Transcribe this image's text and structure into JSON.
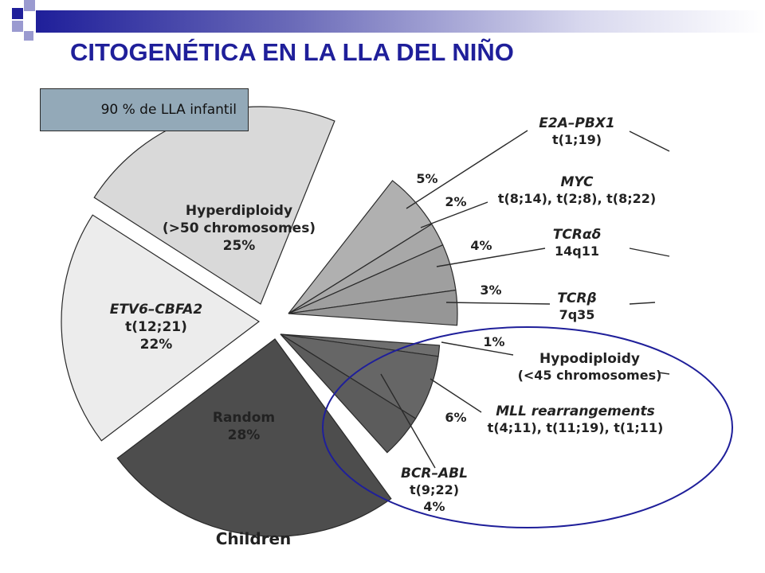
{
  "slide": {
    "title": "CITOGENÉTICA EN LA LLA DEL NIÑO",
    "badge": "90 % de LLA infantil"
  },
  "colors": {
    "title": "#1f1f9a",
    "header_bar": "#1f1f9a",
    "header_squares": "#9a9ad0",
    "badge_fill": "#93a9b8",
    "circle_stroke": "#1f1f9a"
  },
  "chart_data": {
    "type": "pie",
    "title": "Children",
    "slices": [
      {
        "label": [
          "E2A–PBX1",
          "t(1;19)"
        ],
        "value": 5,
        "color": "#b0b0b0",
        "pct_label": "5%"
      },
      {
        "label": [
          "MYC",
          "t(8;14), t(2;8), t(8;22)"
        ],
        "value": 2,
        "color": "#a8a8a8",
        "pct_label": "2%"
      },
      {
        "label": [
          "TCRαδ",
          "14q11"
        ],
        "value": 4,
        "color": "#9f9f9f",
        "pct_label": "4%"
      },
      {
        "label": [
          "TCRβ",
          "7q35"
        ],
        "value": 3,
        "color": "#969696",
        "pct_label": "3%"
      },
      {
        "label": [
          "Hypodiploidy",
          "(<45 chromosomes)"
        ],
        "value": 1,
        "color": "#6f6f6f",
        "pct_label": "1%"
      },
      {
        "label": [
          "MLL rearrangements",
          "t(4;11), t(11;19), t(1;11)"
        ],
        "value": 6,
        "color": "#666666",
        "pct_label": "6%"
      },
      {
        "label": [
          "BCR–ABL",
          "t(9;22)",
          "4%"
        ],
        "value": 4,
        "color": "#5c5c5c",
        "pct_label": ""
      },
      {
        "label": [
          "Random",
          "28%"
        ],
        "value": 28,
        "color": "#4d4d4d",
        "pct_label": ""
      },
      {
        "label": [
          "ETV6–CBFA2",
          "t(12;21)",
          "22%"
        ],
        "value": 22,
        "color": "#ececec",
        "pct_label": ""
      },
      {
        "label": [
          "Hyperdiploidy",
          "(>50 chromosomes)",
          "25%"
        ],
        "value": 25,
        "color": "#d9d9d9",
        "pct_label": ""
      }
    ]
  }
}
